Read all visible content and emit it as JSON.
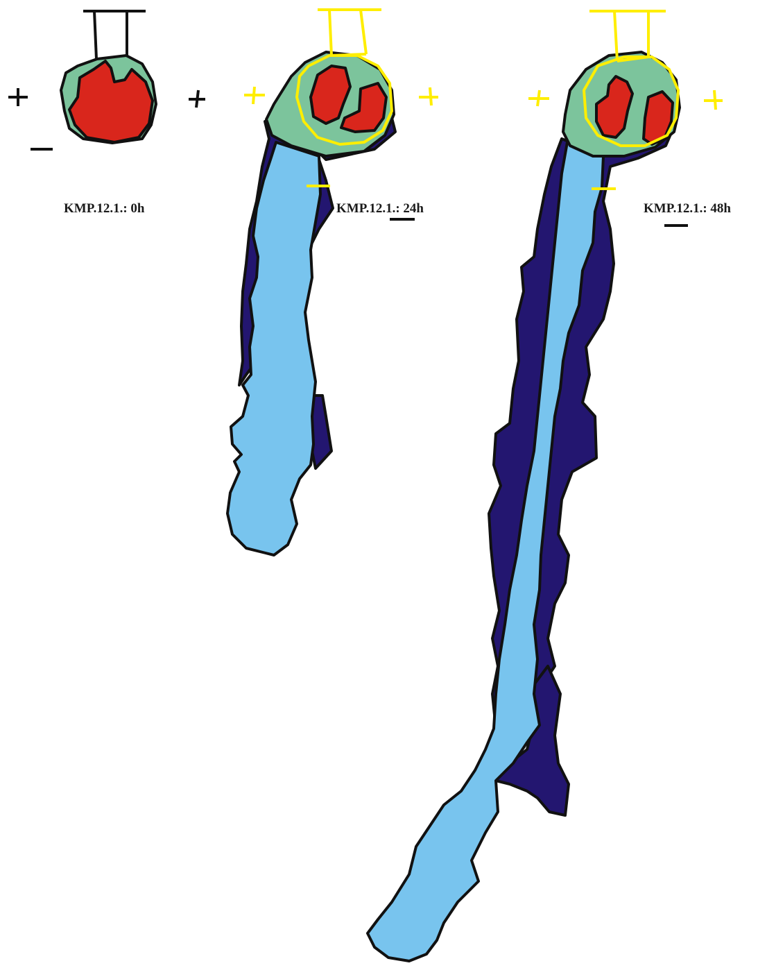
{
  "panels": [
    {
      "label": "KMP.12.1.: 0h"
    },
    {
      "label": "KMP.12.1.: 24h"
    },
    {
      "label": "KMP.12.1.: 48h"
    }
  ],
  "colors": {
    "nucleus": "#d9261c",
    "cell_body": "#7cc49c",
    "process_outer": "#231670",
    "process_inner": "#78c4ee",
    "outline": "#111111",
    "marker_yellow": "#ffee00",
    "marker_black": "#111111"
  }
}
